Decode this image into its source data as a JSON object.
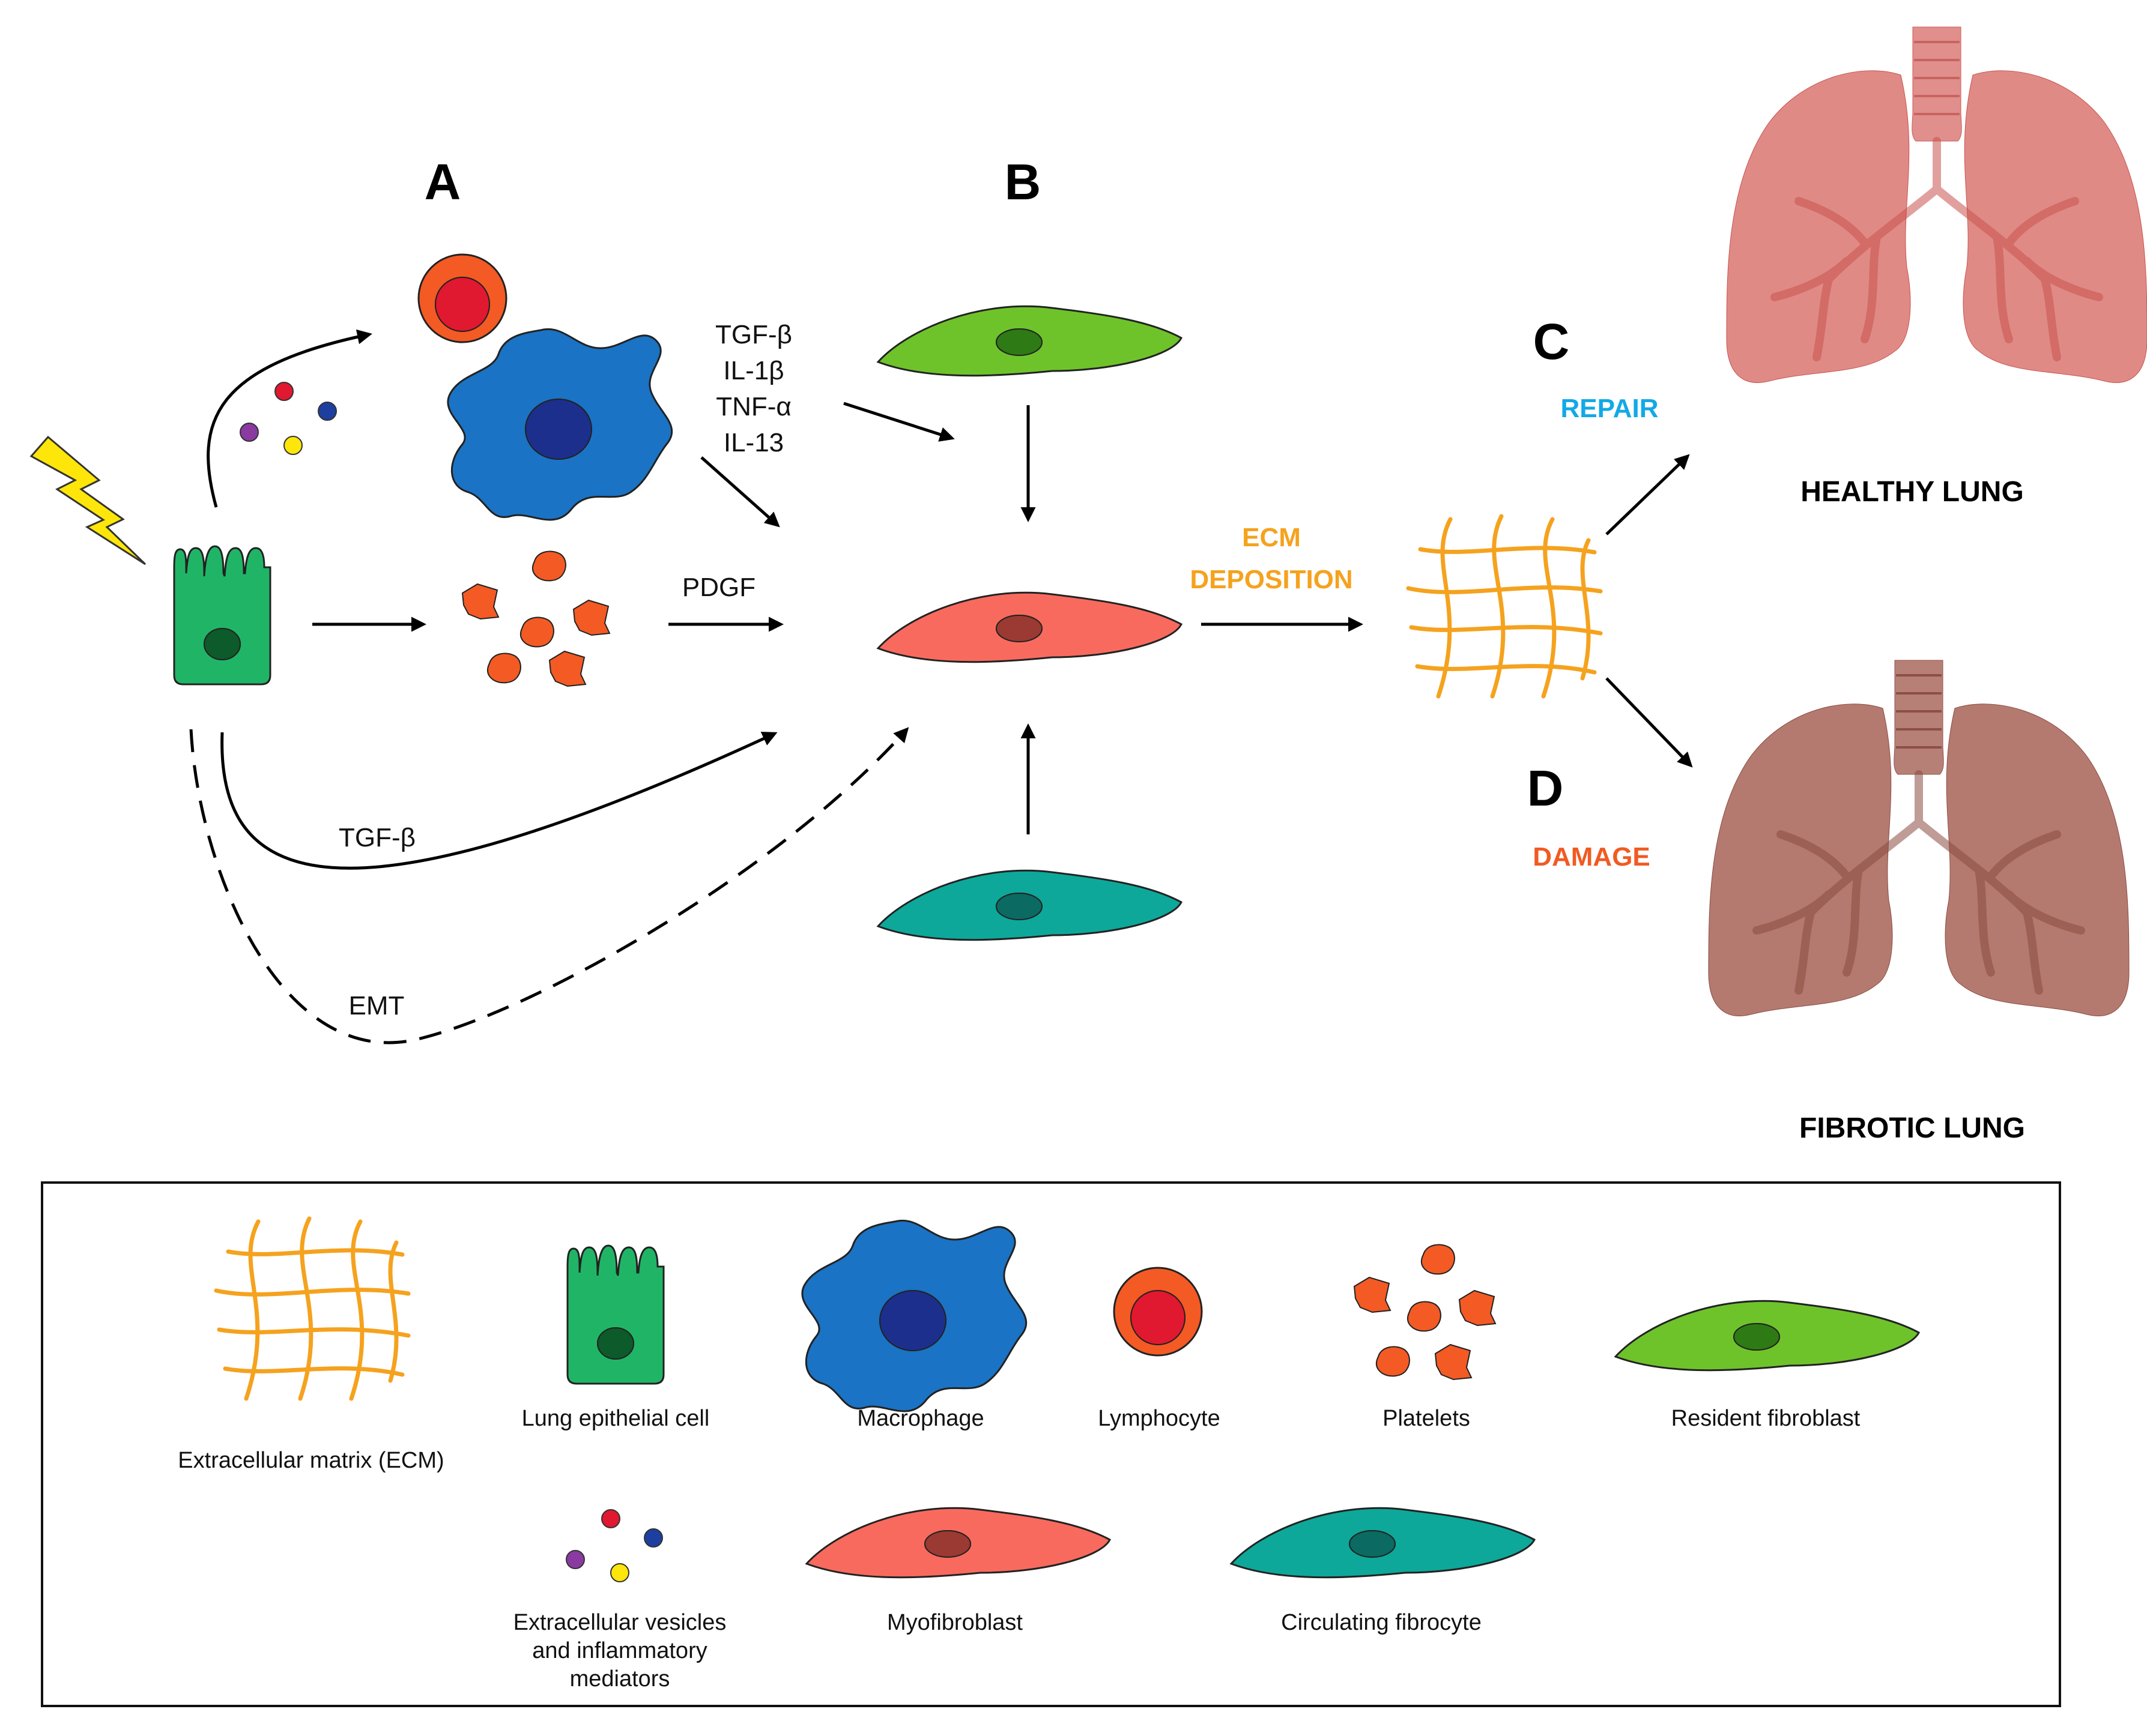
{
  "panels": {
    "a": "A",
    "b": "B",
    "c": "C",
    "d": "D"
  },
  "mediators": {
    "top": [
      "TGF-β",
      "IL-1β",
      "TNF-α",
      "IL-13"
    ],
    "pdgf": "PDGF",
    "tgf": "TGF-β",
    "emt": "EMT"
  },
  "ecm_deposition": [
    "ECM",
    "DEPOSITION"
  ],
  "outcomes": {
    "repair": "REPAIR",
    "damage": "DAMAGE",
    "healthy": "HEALTHY LUNG",
    "fibrotic": "FIBROTIC LUNG"
  },
  "legend": {
    "ecm": "Extracellular matrix (ECM)",
    "epithelial": "Lung epithelial cell",
    "macrophage": "Macrophage",
    "lymphocyte": "Lymphocyte",
    "platelets": "Platelets",
    "resident": "Resident fibroblast",
    "vesicles": [
      "Extracellular vesicles",
      "and inflammatory",
      "mediators"
    ],
    "myofibroblast": "Myofibroblast",
    "circulating": "Circulating fibrocyte"
  },
  "colors": {
    "epithelial": "#20b566",
    "nucleus_epi": "#0d5a2a",
    "macrophage": "#1a73c4",
    "macro_nucleus": "#1d2f8c",
    "lymph_outer": "#f45a24",
    "lymph_inner": "#e01830",
    "platelet": "#f45a24",
    "resident": "#6ec32b",
    "myofibroblast": "#f96a5e",
    "circulating": "#0da89a",
    "ecm": "#f5a21e",
    "repair": "#12a9e6",
    "damage": "#f15a22",
    "ecm_label": "#f5a21e",
    "healthy_lung": "#e08a86",
    "fibrotic_lung": "#b47a70"
  }
}
